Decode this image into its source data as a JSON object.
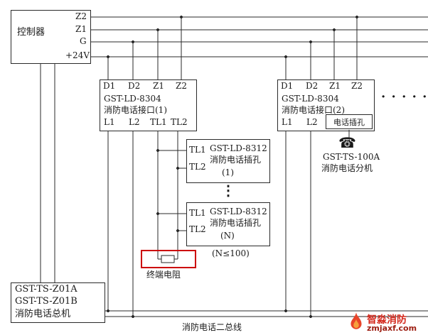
{
  "colors": {
    "line": "#2a2a2a",
    "highlight": "#cc0000",
    "logo_red": "#d42a1e",
    "logo_dark_red": "#9c1c10"
  },
  "controller": {
    "label": "控制器",
    "terminals": [
      "Z2",
      "Z1",
      "G",
      "+24V"
    ]
  },
  "interface1": {
    "model": "GST-LD-8304",
    "name": "消防电话接口(1)",
    "top_terminals": [
      "D1",
      "D2",
      "Z1",
      "Z2"
    ],
    "bottom_terminals": [
      "L1",
      "L2",
      "TL1",
      "TL2"
    ]
  },
  "interface2": {
    "model": "GST-LD-8304",
    "name": "消防电话接口(2)",
    "top_terminals": [
      "D1",
      "D2",
      "Z1",
      "Z2"
    ],
    "bottom_terminals": [
      "L1",
      "L2"
    ],
    "jack_label": "电话插孔"
  },
  "extension": {
    "icon": "☎",
    "model": "GST-TS-100A",
    "name": "消防电话分机"
  },
  "jack_modules": {
    "first": {
      "model": "GST-LD-8312",
      "name": "消防电话插孔",
      "index": "(1)",
      "terminals": [
        "TL1",
        "TL2"
      ]
    },
    "nth": {
      "model": "GST-LD-8312",
      "name": "消防电话插孔",
      "index": "(N)",
      "terminals": [
        "TL1",
        "TL2"
      ]
    },
    "limit": "(N≤100)"
  },
  "terminal_resistor": {
    "label": "终端电阻"
  },
  "master": {
    "line1": "GST-TS-Z01A",
    "line2": "GST-TS-Z01B",
    "line3": "消防电话总机"
  },
  "bus": {
    "label": "消防电话二总线"
  },
  "dots": {
    "horizontal": "· · · · ·",
    "vertical": "⋮"
  },
  "logo": {
    "brand": "智淼消防",
    "site": "zmjaxf.com"
  }
}
